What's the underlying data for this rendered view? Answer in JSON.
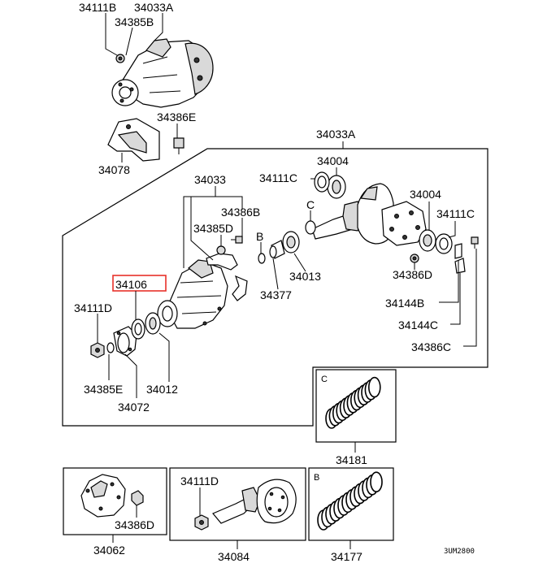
{
  "labels": {
    "top_34111b": "34111B",
    "top_34033a": "34033A",
    "top_34385b": "34385B",
    "top_34386e": "34386E",
    "top_34078": "34078",
    "frame_34033a": "34033A",
    "p34004_top": "34004",
    "p34111c_left": "34111C",
    "p34033": "34033",
    "p34386b": "34386B",
    "p34385d": "34385D",
    "c_mark_top": "C",
    "b_mark_top": "B",
    "p34004_right": "34004",
    "p34111c_right": "34111C",
    "p34386d_right": "34386D",
    "p34013": "34013",
    "p34377": "34377",
    "p34106": "34106",
    "p34111d_left": "34111D",
    "p34144b": "34144B",
    "p34144c": "34144C",
    "p34386c": "34386C",
    "p34385e": "34385E",
    "p34012": "34012",
    "p34072": "34072",
    "box_c_mark": "C",
    "p34181": "34181",
    "p34386d_bottom": "34386D",
    "p34062": "34062",
    "p34111d_bottom": "34111D",
    "p34084": "34084",
    "box_b_mark": "B",
    "p34177": "34177",
    "diagram_code": "3UM2800"
  },
  "colors": {
    "highlight": "#e8312a",
    "ink": "#000000"
  },
  "highlighted_part": "34106"
}
